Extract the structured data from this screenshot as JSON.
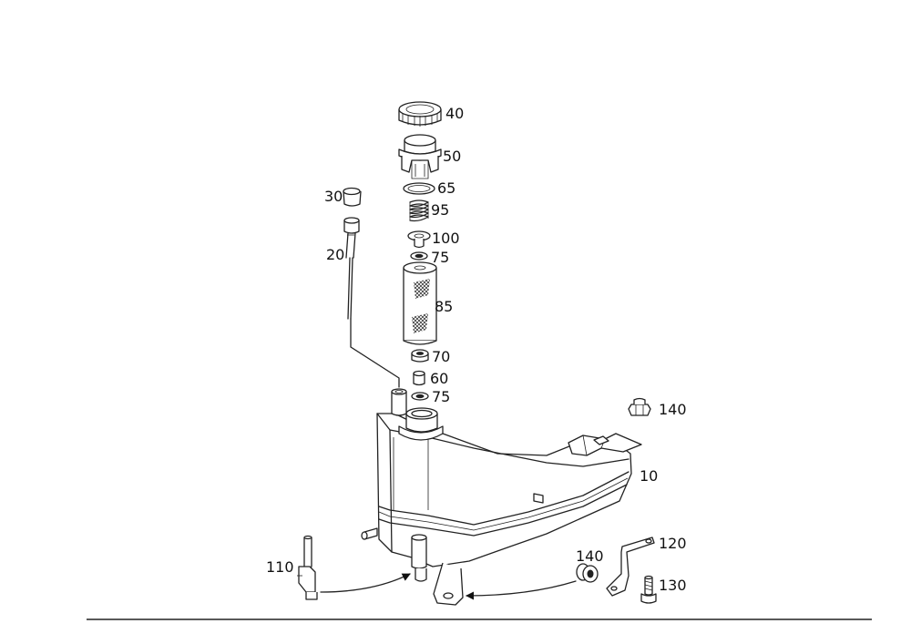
{
  "diagram": {
    "labels": {
      "p10": "10",
      "p20": "20",
      "p30": "30",
      "p40": "40",
      "p50": "50",
      "p60": "60",
      "p65": "65",
      "p70": "70",
      "p75a": "75",
      "p75b": "75",
      "p85": "85",
      "p95": "95",
      "p100": "100",
      "p110": "110",
      "p120": "120",
      "p130": "130",
      "p140a": "140",
      "p140b": "140"
    }
  }
}
